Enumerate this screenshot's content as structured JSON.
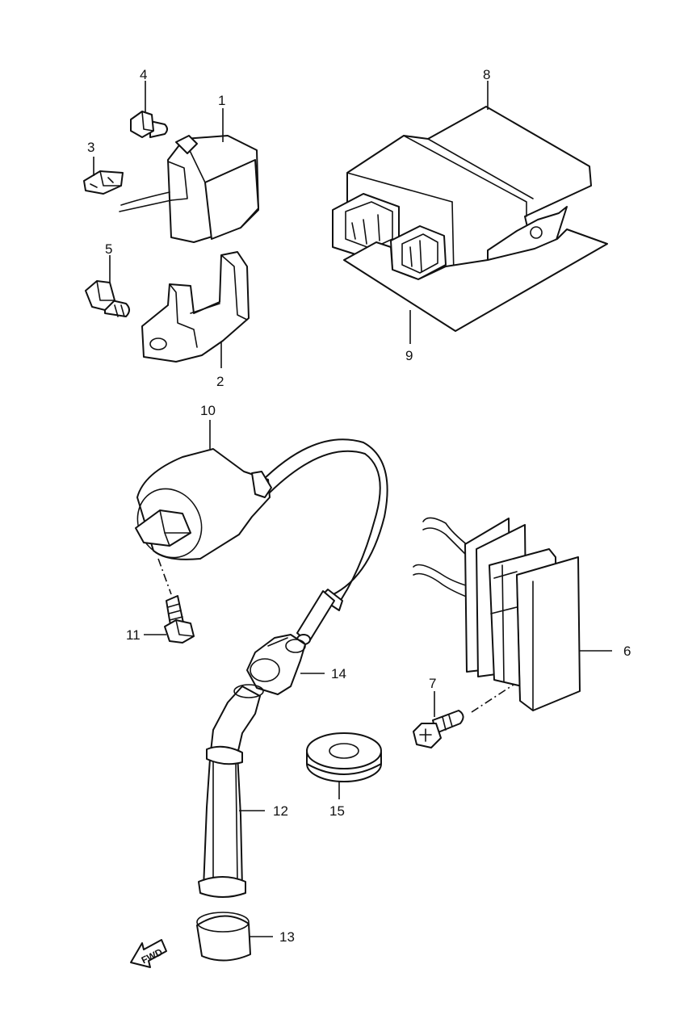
{
  "callouts": {
    "p1": "1",
    "p2": "2",
    "p3": "3",
    "p4": "4",
    "p5": "5",
    "p6": "6",
    "p7": "7",
    "p8": "8",
    "p9": "9",
    "p10": "10",
    "p11": "11",
    "p12": "12",
    "p13": "13",
    "p14": "14",
    "p15": "15"
  },
  "fwd_label": "FWD",
  "colors": {
    "line": "#111111",
    "background": "#ffffff"
  }
}
